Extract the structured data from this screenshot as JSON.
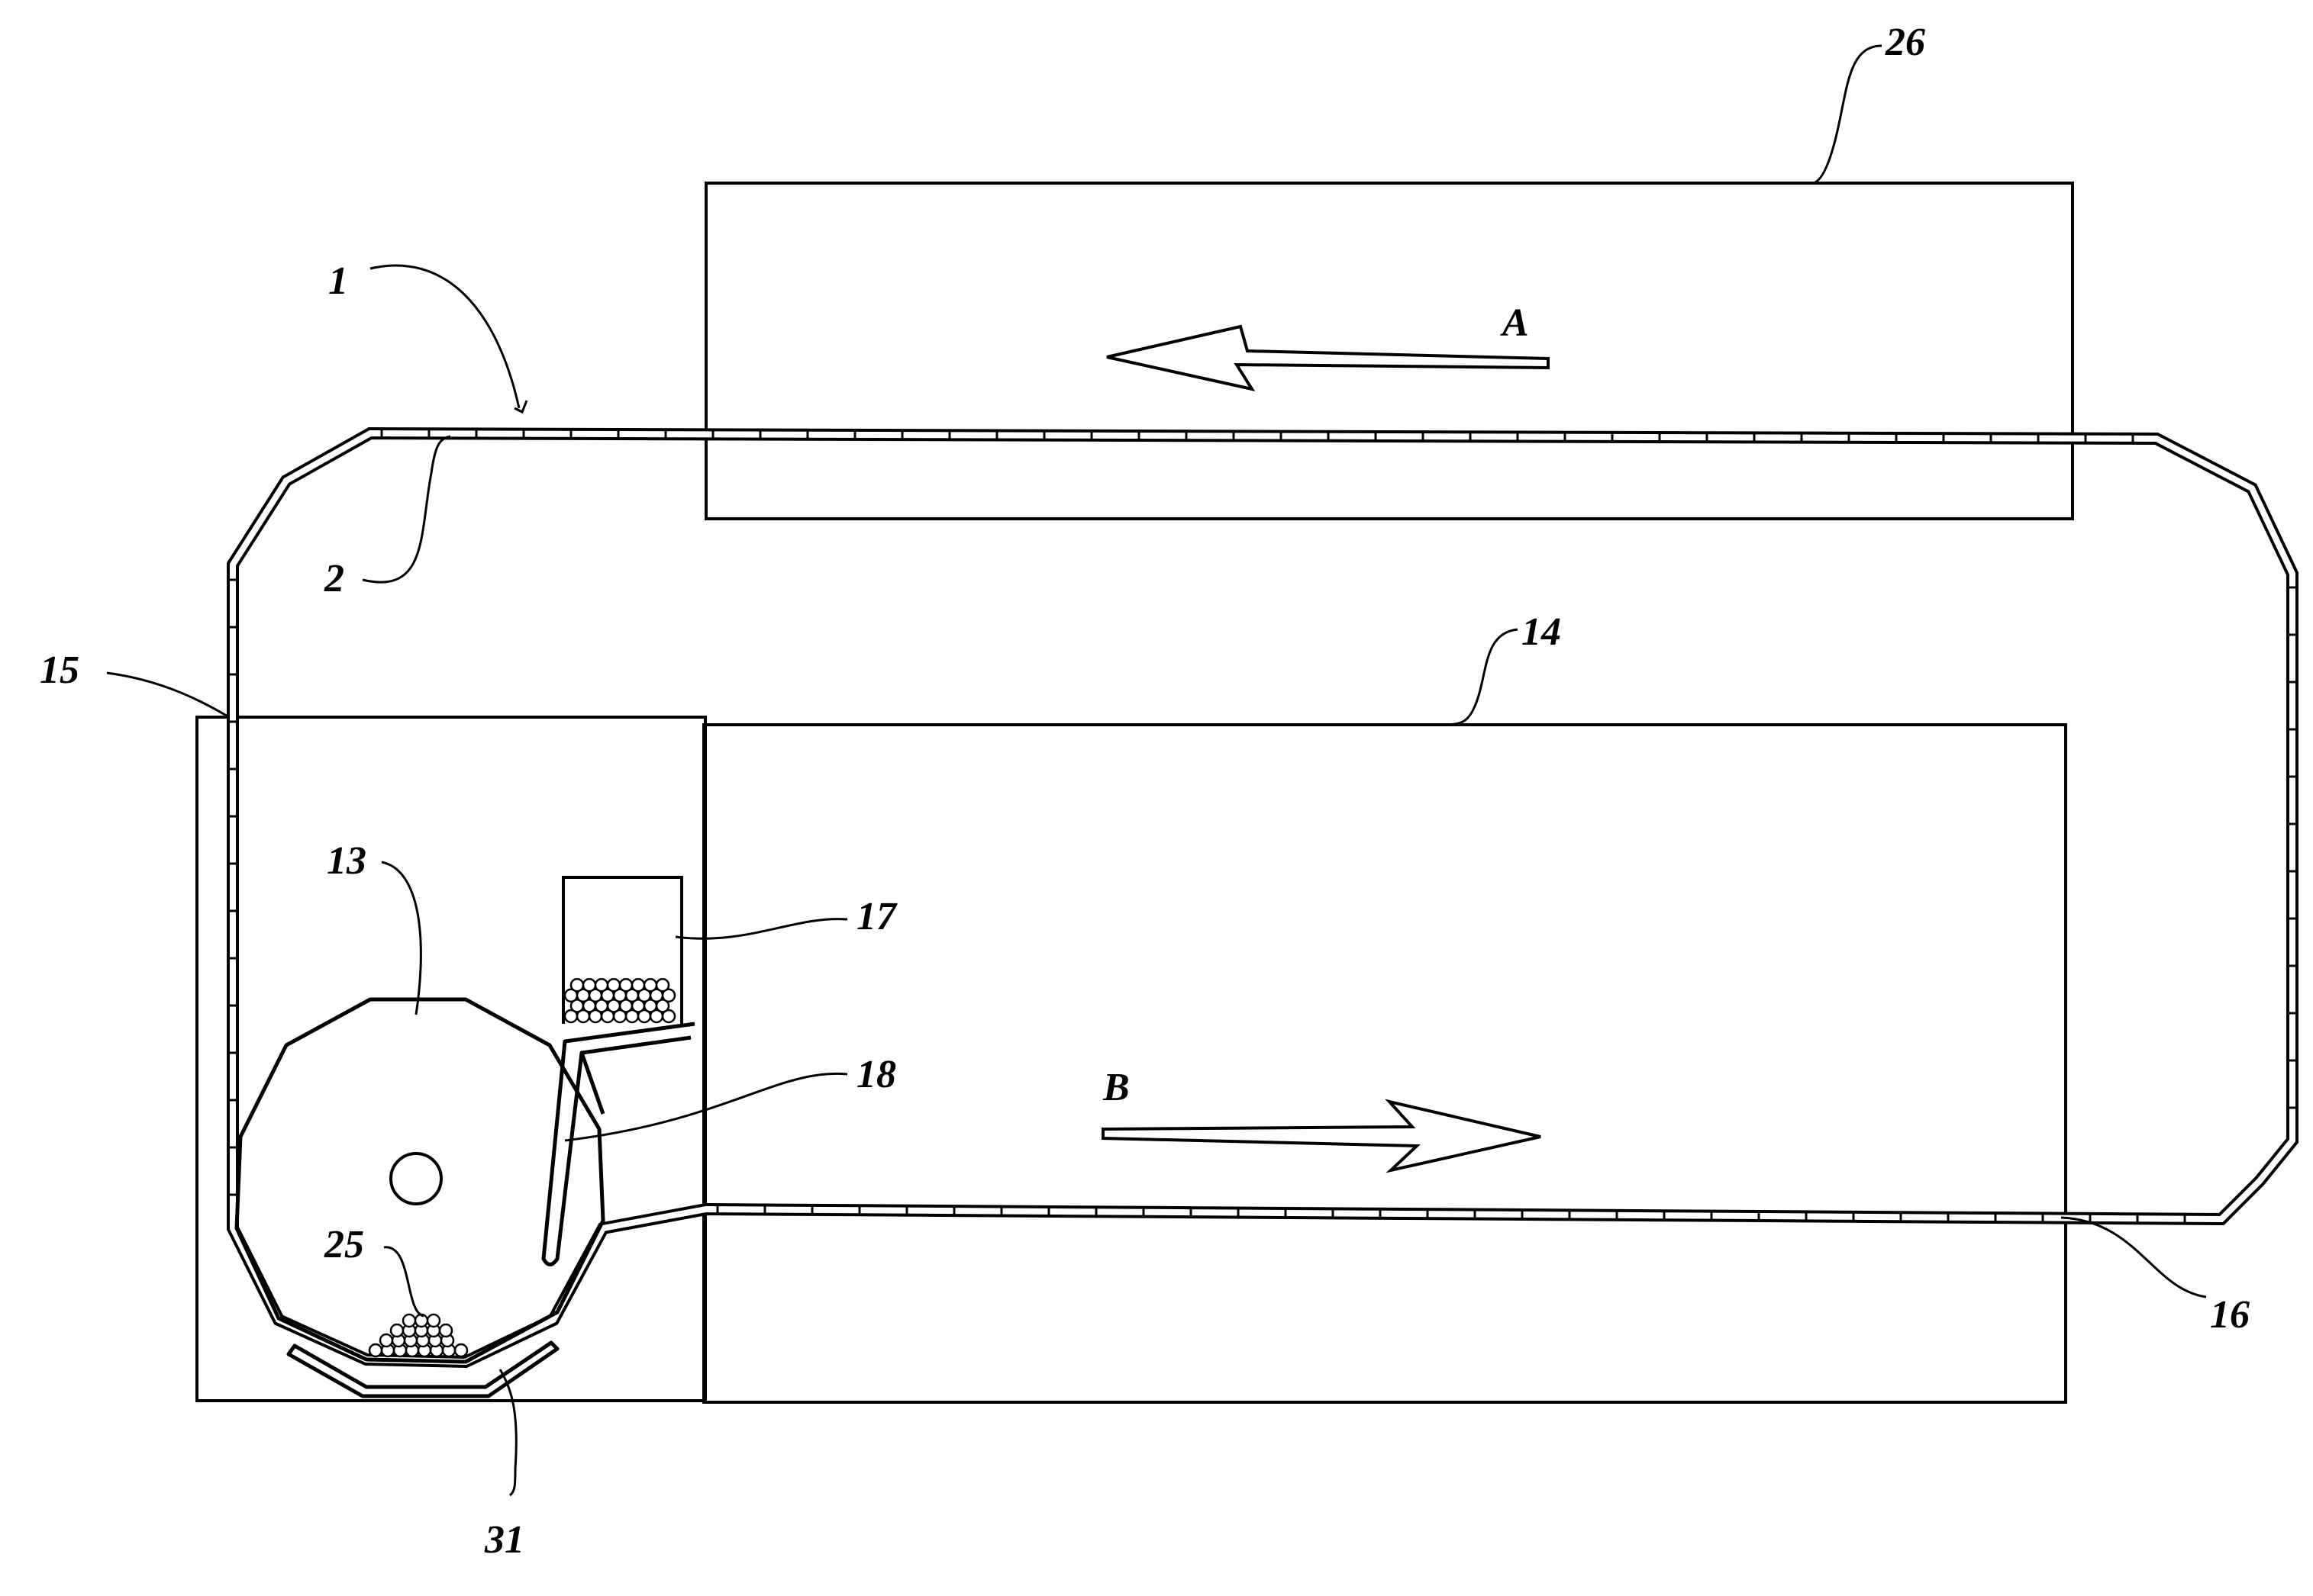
{
  "figure": {
    "type": "patent-drawing",
    "reference_labels": {
      "belt_assembly": "1",
      "belt": "2",
      "drum": "13",
      "lower_housing": "14",
      "housing_entry": "15",
      "belt_lower_run": "16",
      "hopper": "17",
      "feed_chute": "18",
      "pellets": "25",
      "upper_housing": "26",
      "collector_tray": "31"
    },
    "direction_labels": {
      "upper": "A",
      "lower": "B"
    }
  }
}
